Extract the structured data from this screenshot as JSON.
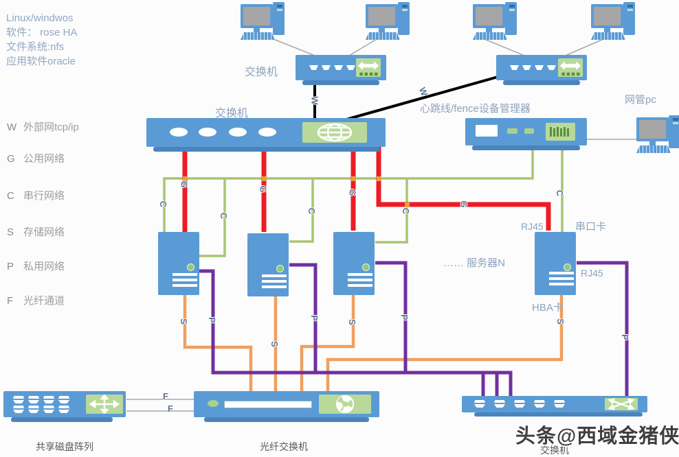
{
  "info_block": {
    "lines": [
      "Linux/windwos",
      "软件： rose HA",
      "文件系统:nfs",
      "应用软件oracle"
    ]
  },
  "legend": {
    "items": [
      {
        "letter": "W",
        "label": "外部网tcp/ip"
      },
      {
        "letter": "G",
        "label": "公用网络"
      },
      {
        "letter": "C",
        "label": "串行网络"
      },
      {
        "letter": "S",
        "label": "存储网络"
      },
      {
        "letter": "P",
        "label": "私用网络"
      },
      {
        "letter": "F",
        "label": "光纤通道"
      }
    ]
  },
  "labels": {
    "top_switch": "交换机",
    "core_switch": "交换机",
    "heartbeat": "心跳线/fence设备管理器",
    "mgmt_pc": "网管pc",
    "rj45_top": "RJ45",
    "serial_card": "串口卡",
    "rj45_right": "RJ45",
    "hba": "HBA卡",
    "server_n": "…… 服务器N",
    "disk_array": "共享磁盘阵列",
    "fiber_switch": "光纤交换机",
    "bottom_switch": "交换机",
    "watermark": "头条@西域金猪侠"
  },
  "line_letters": {
    "w": [
      "W",
      "W"
    ],
    "g": [
      "G",
      "G",
      "G",
      "G"
    ],
    "c": [
      "C",
      "C",
      "C",
      "C",
      "C"
    ],
    "s": [
      "S",
      "S",
      "S",
      "S"
    ],
    "p": [
      "P",
      "P",
      "P",
      "P"
    ],
    "f": [
      "F",
      "F"
    ]
  },
  "icons": {
    "core_switch": "globe-icon",
    "access_switch": "left-right-arrows-icon",
    "fence_device": "port-bars-icon",
    "disk_array": "four-way-arrows-icon",
    "fiber_switch": "shutter-icon",
    "bottom_switch": "crossed-arrows-icon"
  },
  "colors": {
    "device_blue": "#5b9bd5",
    "panel_green": "#b9d99a",
    "line_red": "#ed1c24",
    "line_green": "#a9c470",
    "line_orange": "#f09f5f",
    "line_purple": "#7030a0",
    "line_black": "#000000",
    "link_gray": "#a8a8a8"
  }
}
